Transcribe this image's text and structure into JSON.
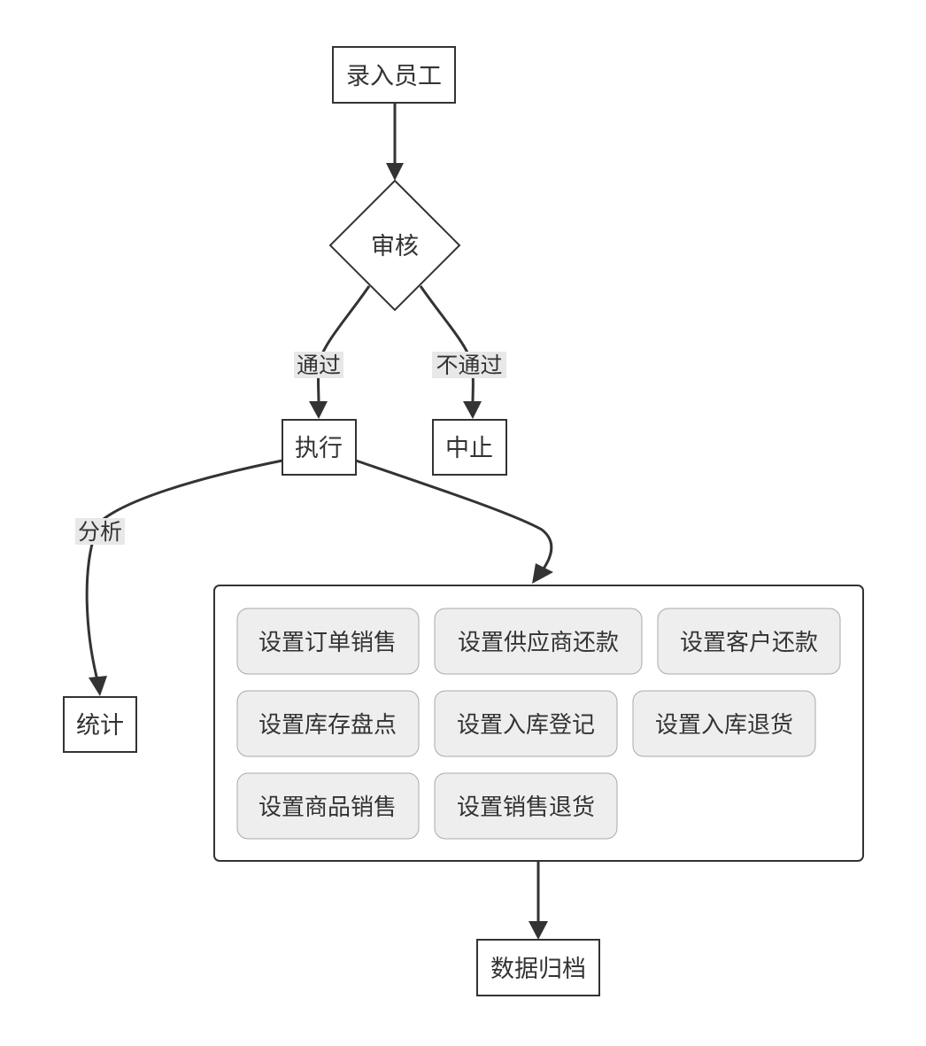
{
  "nodes": {
    "enter_employee": "录入员工",
    "review": "审核",
    "execute": "执行",
    "abort": "中止",
    "statistics": "统计",
    "archive": "数据归档"
  },
  "edge_labels": {
    "pass": "通过",
    "fail": "不通过",
    "analyze": "分析"
  },
  "group_items": [
    "设置订单销售",
    "设置供应商还款",
    "设置客户还款",
    "设置库存盘点",
    "设置入库登记",
    "设置入库退货",
    "设置商品销售",
    "设置销售退货"
  ],
  "colors": {
    "stroke": "#333333",
    "node_fill": "#ffffff",
    "pill_fill": "#eeeeee",
    "pill_stroke": "#aaaaaa",
    "label_bg": "#e8e8e8"
  }
}
